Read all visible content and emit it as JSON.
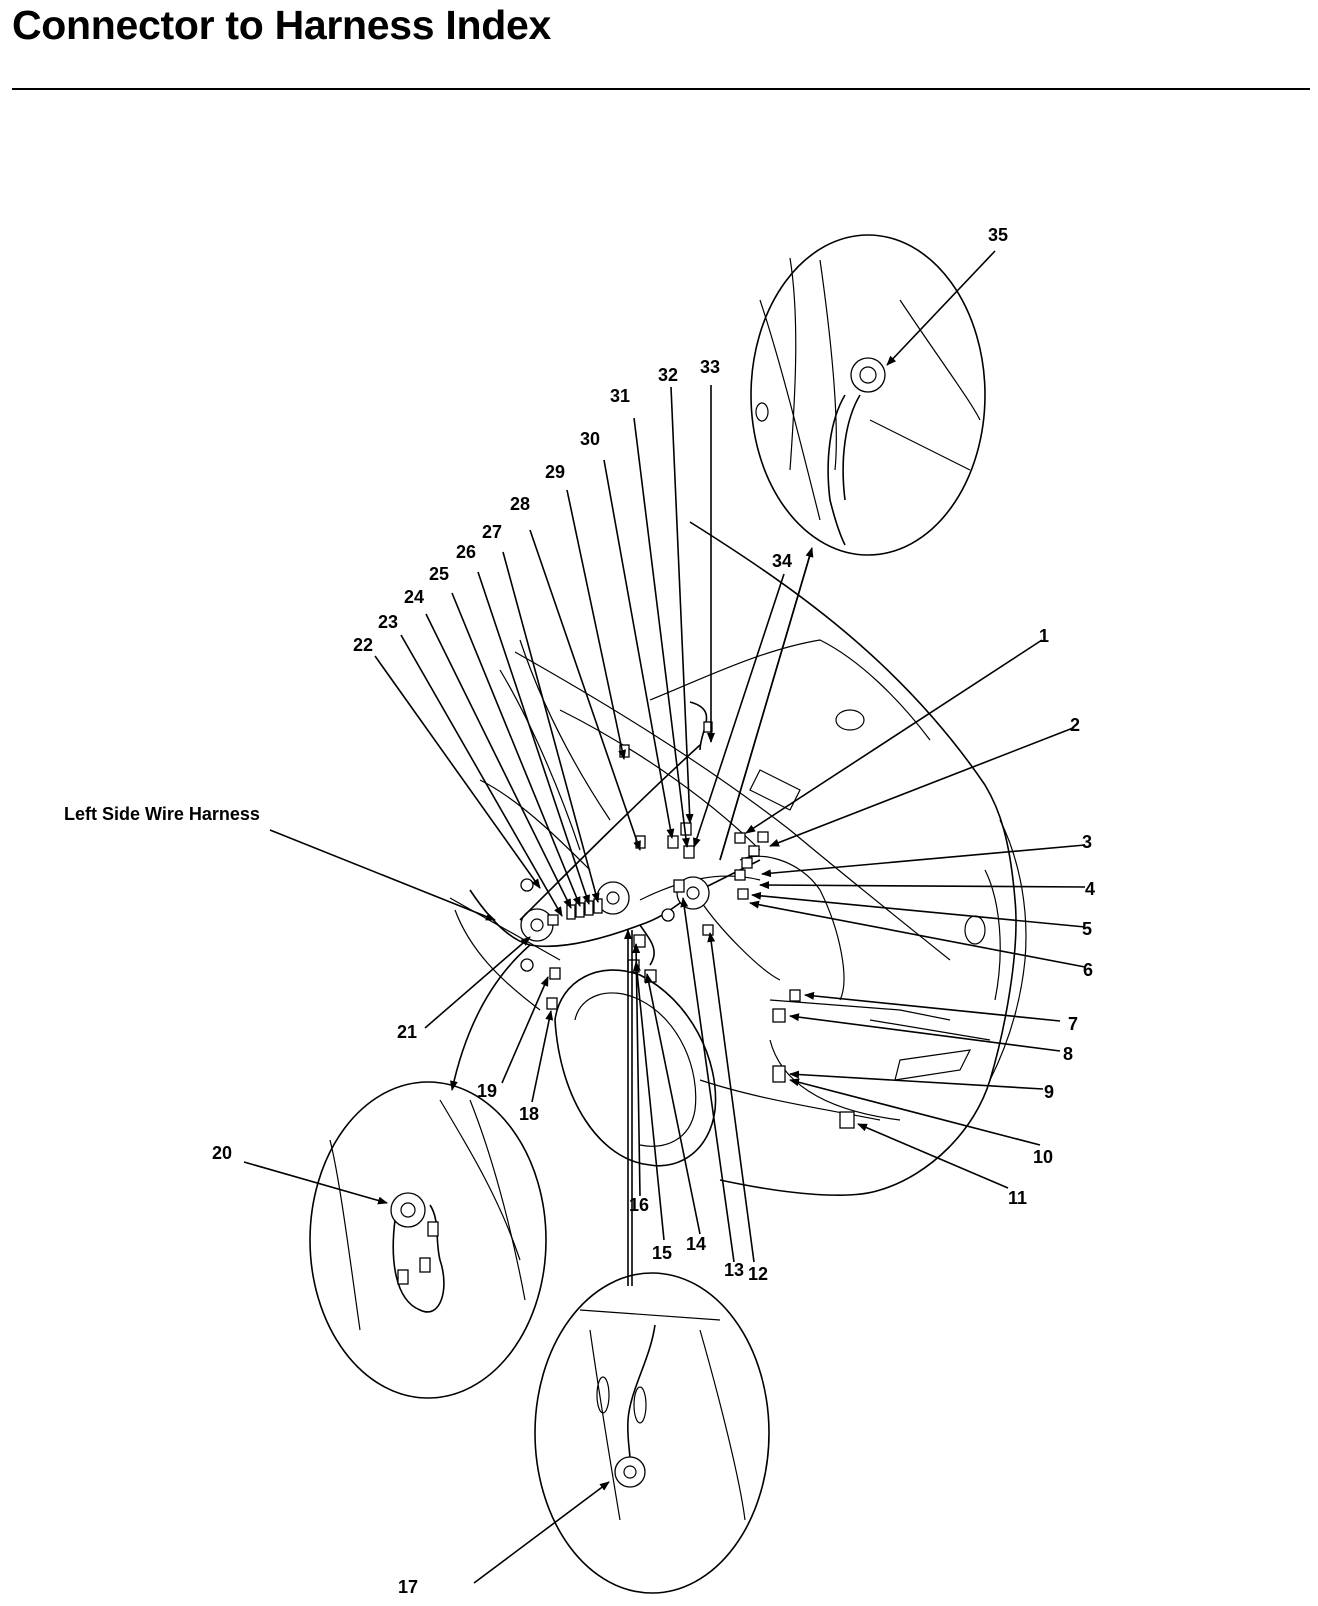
{
  "title": "Connector to Harness Index",
  "harness_label": "Left Side Wire Harness",
  "callouts": [
    "1",
    "2",
    "3",
    "4",
    "5",
    "6",
    "7",
    "8",
    "9",
    "10",
    "11",
    "12",
    "13",
    "14",
    "15",
    "16",
    "17",
    "18",
    "19",
    "20",
    "21",
    "22",
    "23",
    "24",
    "25",
    "26",
    "27",
    "28",
    "29",
    "30",
    "31",
    "32",
    "33",
    "34",
    "35"
  ]
}
